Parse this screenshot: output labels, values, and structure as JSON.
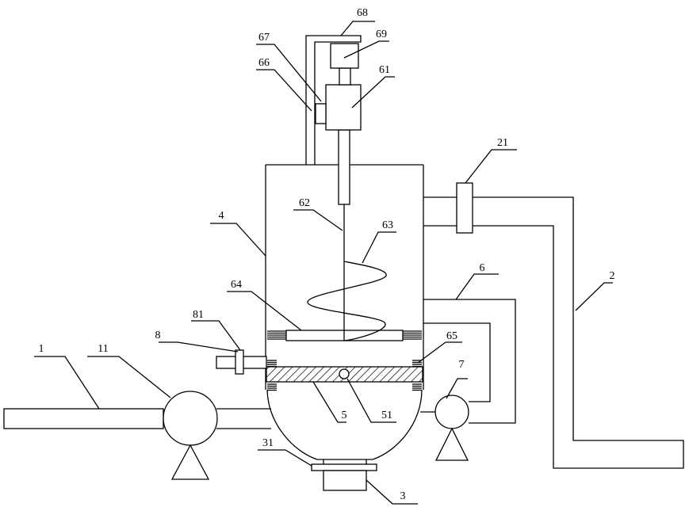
{
  "labels": {
    "l1": "1",
    "l11": "11",
    "l2": "2",
    "l21": "21",
    "l3": "3",
    "l31": "31",
    "l4": "4",
    "l5": "5",
    "l51": "51",
    "l6": "6",
    "l61": "61",
    "l62": "62",
    "l63": "63",
    "l64": "64",
    "l65": "65",
    "l66": "66",
    "l67": "67",
    "l68": "68",
    "l69": "69",
    "l7": "7",
    "l8": "8",
    "l81": "81"
  }
}
